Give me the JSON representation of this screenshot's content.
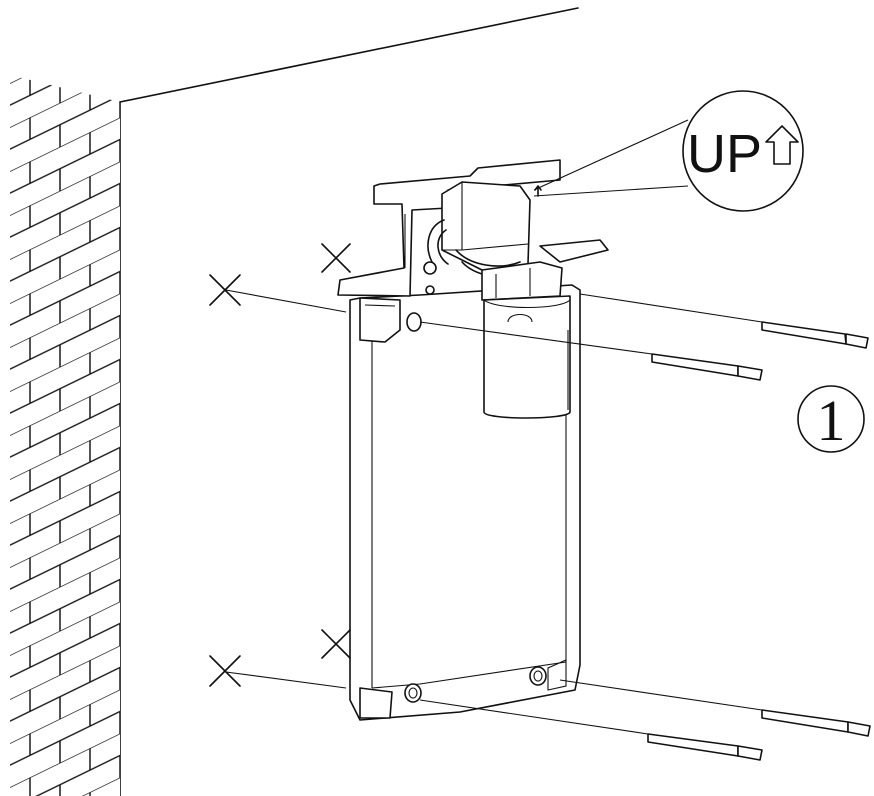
{
  "orientation_label": {
    "text": "UP",
    "arrow_icon": "up-arrow-icon"
  },
  "step_number": "1",
  "marks": [
    "drill-mark",
    "drill-mark",
    "drill-mark",
    "drill-mark"
  ],
  "screws": [
    "wall-screw",
    "wall-screw",
    "wall-screw",
    "wall-screw"
  ],
  "colors": {
    "line": "#111111",
    "background": "#ffffff"
  }
}
